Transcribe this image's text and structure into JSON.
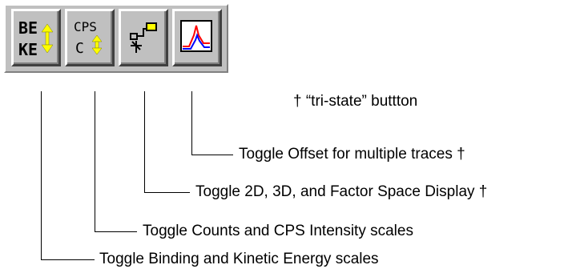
{
  "toolbar": {
    "buttons": [
      {
        "name": "be-ke-toggle-button",
        "icon": "be-ke-icon",
        "top_text": "BE",
        "bottom_text": "KE"
      },
      {
        "name": "cps-c-toggle-button",
        "icon": "cps-c-icon",
        "top_text": "CPS",
        "bottom_text": "C"
      },
      {
        "name": "display-mode-toggle-button",
        "icon": "factor-space-icon"
      },
      {
        "name": "offset-traces-toggle-button",
        "icon": "spectrum-peak-icon"
      }
    ]
  },
  "annotations": {
    "tristate_note": "† “tri-state” buttton",
    "offset": "Toggle Offset for multiple traces †",
    "display": "Toggle 2D, 3D, and Factor Space Display †",
    "counts": "Toggle Counts and CPS Intensity scales",
    "binding": "Toggle Binding and Kinetic Energy scales"
  },
  "colors": {
    "face": "#c0c0c0",
    "arrow_yellow": "#ffff00",
    "peak_red": "#ff0000",
    "peak_blue": "#0000ff"
  }
}
